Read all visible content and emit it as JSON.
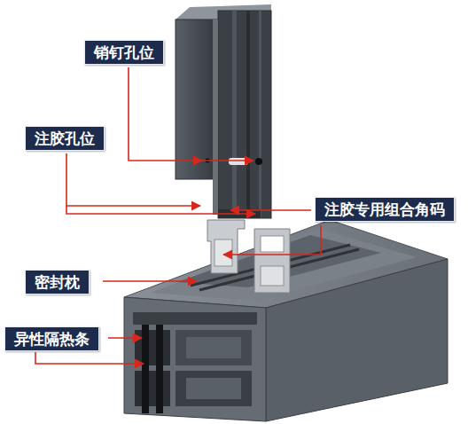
{
  "diagram": {
    "nodes": [
      {
        "text": [
          "销钉孔位"
        ]
      },
      {
        "text": [
          "注胶孔位"
        ]
      },
      {
        "text": [
          "注胶专用组合角码"
        ]
      },
      {
        "text": [
          "密封枕"
        ]
      },
      {
        "text": [
          "异性隔热条"
        ]
      }
    ]
  }
}
